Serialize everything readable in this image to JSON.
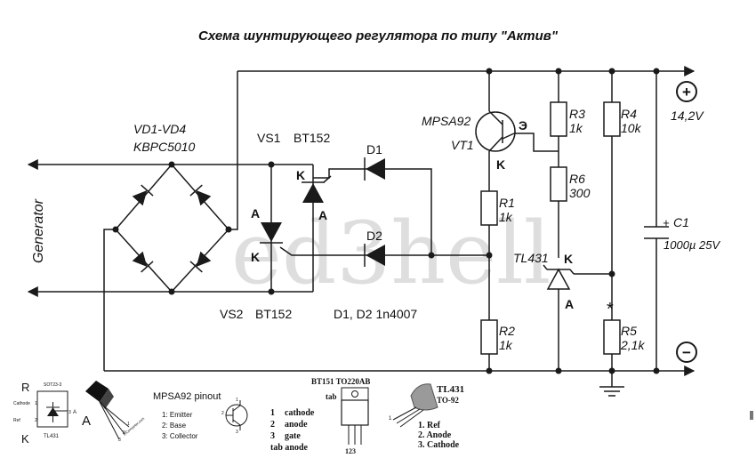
{
  "title": "Схема шунтирующего регулятора по типу \"Актив\"",
  "watermark": "ed3hell",
  "bridge": {
    "ref": "VD1-VD4",
    "part": "KBPC5010",
    "side_label": "Generator"
  },
  "vs1": {
    "ref": "VS1",
    "part": "BT152",
    "anode": "A",
    "cathode": "K"
  },
  "vs2": {
    "ref": "VS2",
    "part": "BT152",
    "anode": "A",
    "cathode": "K"
  },
  "diodes": {
    "d1": "D1",
    "d2": "D2",
    "note": "D1, D2 1n4007"
  },
  "transistor": {
    "part": "MPSA92",
    "ref": "VT1",
    "emitter": "Э",
    "collector": "K"
  },
  "resistors": {
    "r1": {
      "ref": "R1",
      "value": "1k"
    },
    "r2": {
      "ref": "R2",
      "value": "1k"
    },
    "r3": {
      "ref": "R3",
      "value": "1k"
    },
    "r4": {
      "ref": "R4",
      "value": "10k"
    },
    "r5": {
      "ref": "R5",
      "value": "2,1k"
    },
    "r6": {
      "ref": "R6",
      "value": "300"
    }
  },
  "r5_mark": "*",
  "tl431": {
    "part": "TL431",
    "cathode": "K",
    "anode": "A"
  },
  "capacitor": {
    "ref": "C1",
    "plus": "+",
    "value": "1000µ 25V"
  },
  "output": {
    "plus_symbol": "+",
    "voltage": "14,2V",
    "minus_symbol": "−"
  },
  "legend": {
    "tl431_small": {
      "r_label": "R",
      "k_label": "K",
      "pkg": "SOT23-3",
      "cathode": "Cathode",
      "ref": "Ref",
      "a_pin": "A",
      "pin1": "1",
      "pin2": "2",
      "pin3": "3",
      "name": "TL431"
    },
    "mpsa92_pkg": {
      "a_label": "A",
      "site": "ElCompeter.com",
      "pins": [
        "1",
        "2",
        "3"
      ]
    },
    "mpsa92_pinout": {
      "title": "MPSA92 pinout",
      "items": [
        "1: Emitter",
        "2: Base",
        "3: Collector"
      ],
      "pins": [
        "1",
        "2",
        "3"
      ]
    },
    "bt151": {
      "title": "BT151 TO220AB",
      "tab": "tab",
      "items": [
        {
          "num": "1",
          "name": "cathode"
        },
        {
          "num": "2",
          "name": "anode"
        },
        {
          "num": "3",
          "name": "gate"
        }
      ],
      "tab_item": "tab anode",
      "pins": "123"
    },
    "tl431_to92": {
      "name": "TL431",
      "pkg": "TO-92",
      "pin_mark": "1",
      "items": [
        "1. Ref",
        "2. Anode",
        "3. Cathode"
      ]
    }
  }
}
